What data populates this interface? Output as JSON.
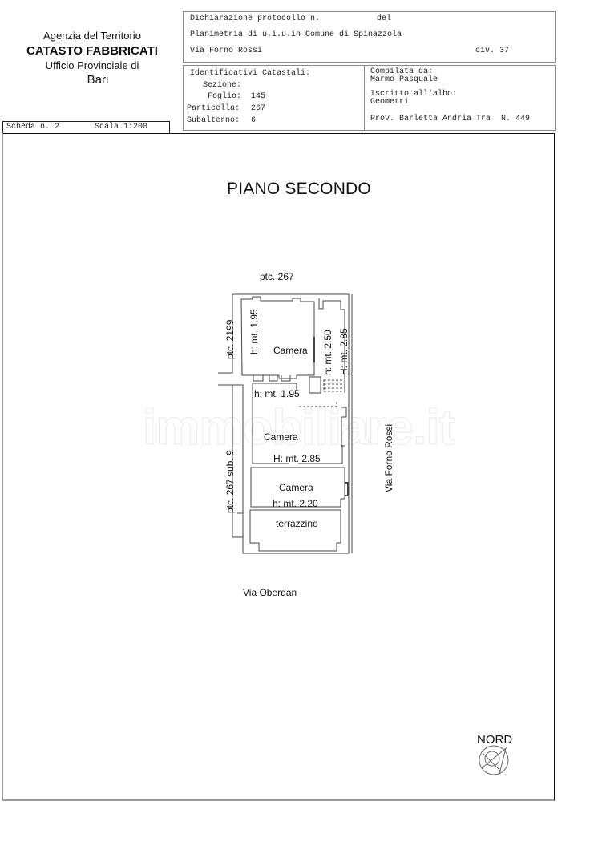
{
  "agency": {
    "line1": "Agenzia del Territorio",
    "line2": "CATASTO FABBRICATI",
    "line3": "Ufficio Provinciale di",
    "line4": "Bari"
  },
  "header": {
    "declaration": "Dichiarazione protocollo n.",
    "declaration_del": "del",
    "planimetry": "Planimetria di u.i.u.in Comune di Spinazzola",
    "address": "Via Forno Rossi",
    "civic": "civ. 37"
  },
  "identifiers": {
    "title": "Identificativi Catastali:",
    "sezione_label": "Sezione:",
    "sezione_value": "",
    "foglio_label": "Foglio:",
    "foglio_value": "145",
    "particella_label": "Particella:",
    "particella_value": "267",
    "subalterno_label": "Subalterno:",
    "subalterno_value": "6"
  },
  "compiler": {
    "compiled_by_label": "Compilata da:",
    "compiled_by_value": "Marmo Pasquale",
    "registered_label": "Iscritto all'albo:",
    "registered_value": "Geometri",
    "province": "Prov. Barletta Andria Tra",
    "number": "N. 449"
  },
  "sheet": {
    "scheda": "Scheda n. 2",
    "scala": "Scala 1:200"
  },
  "plan": {
    "title": "PIANO SECONDO",
    "neighbors": {
      "top": "ptc. 267",
      "left_top": "ptc. 2199",
      "left_bottom": "ptc. 267 sub. 9",
      "right_street": "Via Forno Rossi",
      "bottom_street": "Via Oberdan"
    },
    "rooms": [
      {
        "name": "Camera",
        "heights": [
          "h: mt. 1.95"
        ]
      },
      {
        "name": "",
        "heights": [
          "h: mt. 2.50",
          "H: mt. 2.85"
        ]
      },
      {
        "name": "Camera",
        "heights": [
          "h: mt. 1.95",
          "H: mt. 2.85"
        ]
      },
      {
        "name": "Camera",
        "heights": [
          "h: mt. 2.20"
        ]
      },
      {
        "name": "terrazzino",
        "heights": []
      }
    ],
    "north_label": "NORD",
    "watermark": "immobiliare.it"
  }
}
